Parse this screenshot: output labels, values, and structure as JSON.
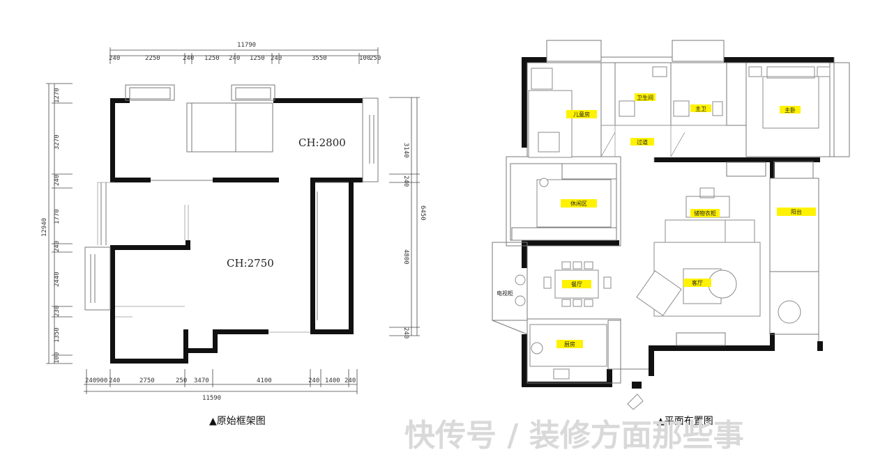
{
  "left_plan": {
    "caption": "▲原始框架图",
    "ch_upper": "CH:2800",
    "ch_lower": "CH:2750",
    "dims_top": [
      "11790",
      "240",
      "2250",
      "240",
      "1250",
      "240",
      "1250",
      "240",
      "3550",
      "100",
      "250"
    ],
    "dims_bottom": [
      "11590",
      "240",
      "900",
      "240",
      "2750",
      "250",
      "3470",
      "4100",
      "240",
      "1400",
      "240"
    ],
    "dims_left": [
      "12940",
      "1270",
      "3270",
      "240",
      "1770",
      "240",
      "2440",
      "230",
      "1350",
      "100"
    ],
    "dims_right": [
      "3140",
      "240",
      "4800",
      "240",
      "6450",
      "240"
    ]
  },
  "right_plan": {
    "caption": "▲平面布置图",
    "rooms": [
      "儿童房",
      "卫生间",
      "主卫",
      "主卧",
      "过道",
      "休闲区",
      "阳台",
      "储物衣柜",
      "餐厅",
      "客厅",
      "厨房",
      "电视柜"
    ]
  },
  "watermark": "快传号 / 装修方面那些事",
  "colors": {
    "wall": "#111111",
    "tag": "#fff200",
    "watermark": "#d9d9d9"
  }
}
